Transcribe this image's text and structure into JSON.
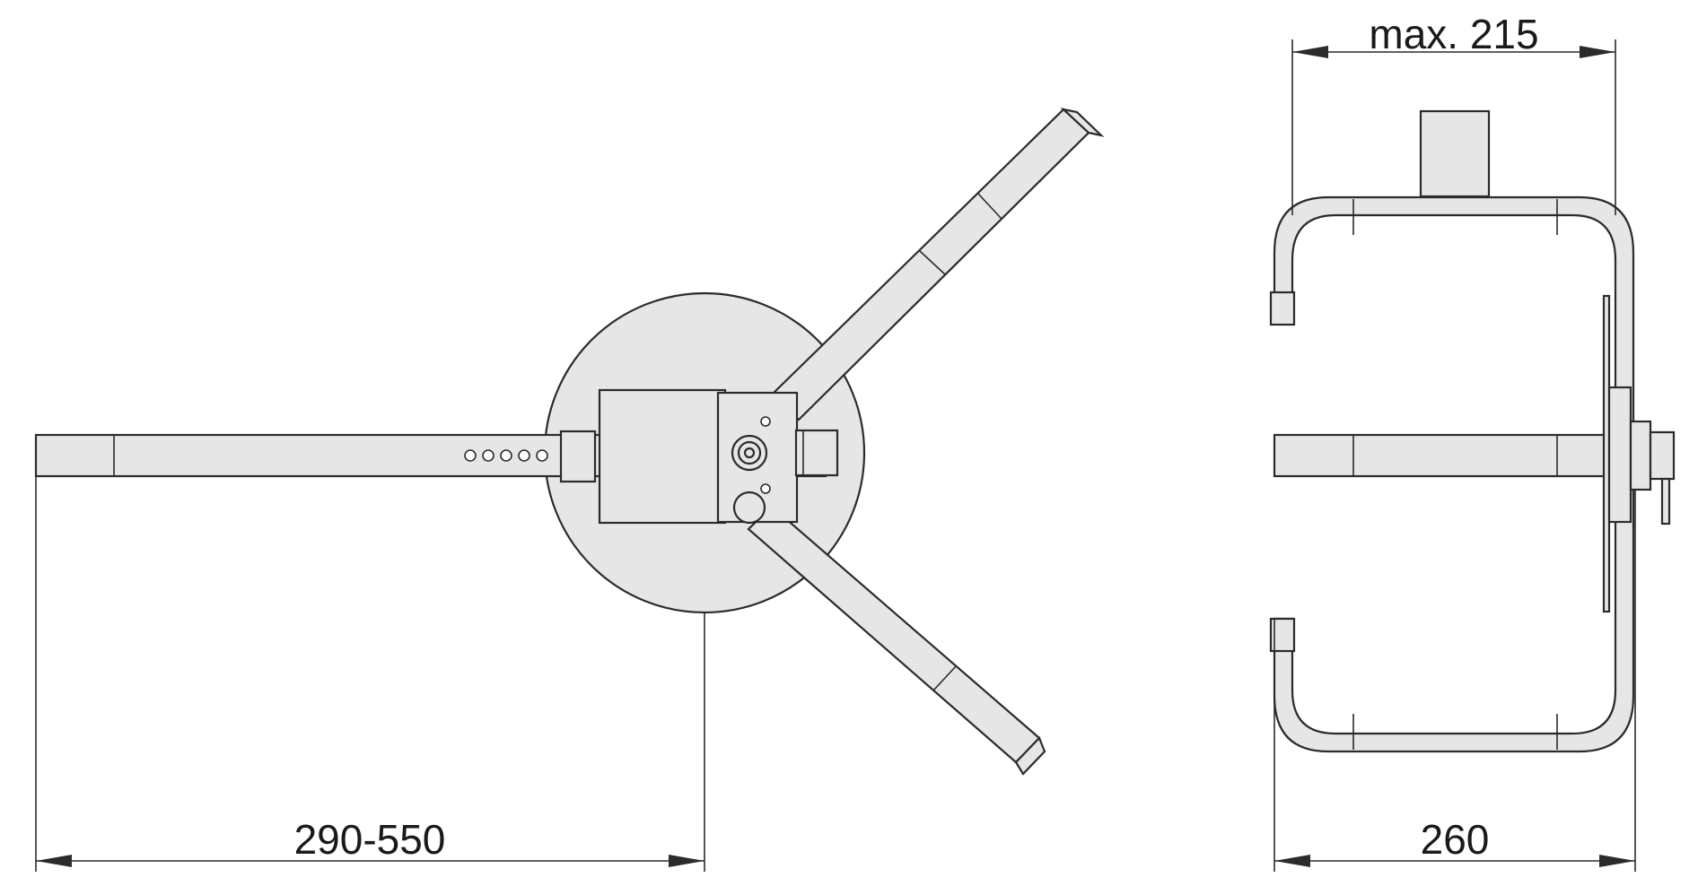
{
  "dimensions": {
    "top_view_length": "290-550",
    "side_view_width": "260",
    "side_view_max_height": "max. 215"
  }
}
